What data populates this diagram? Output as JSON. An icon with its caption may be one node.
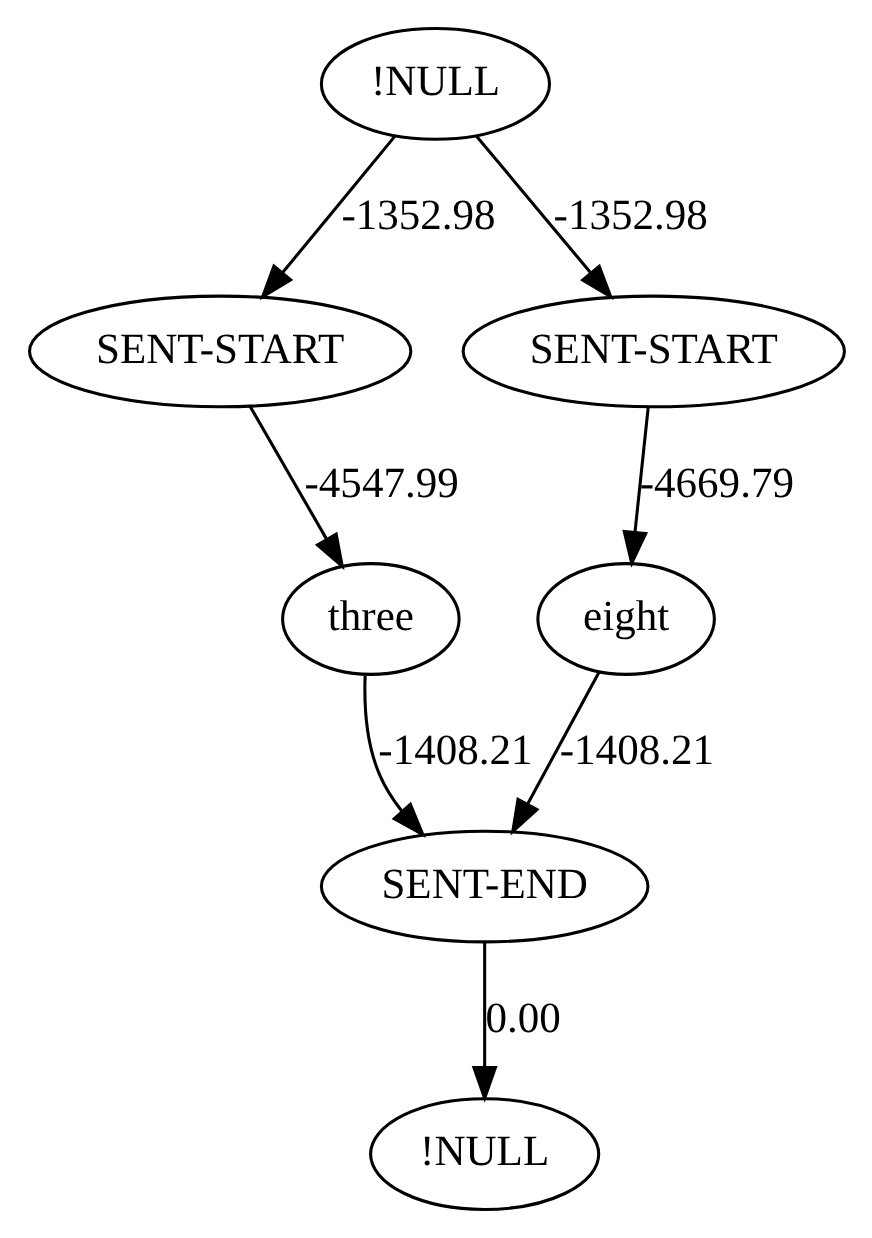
{
  "diagram": {
    "nodes": [
      {
        "text": [
          "!NULL"
        ]
      },
      {
        "text": [
          "SENT-START"
        ]
      },
      {
        "text": [
          "SENT-START"
        ]
      },
      {
        "text": [
          "three"
        ]
      },
      {
        "text": [
          "eight"
        ]
      },
      {
        "text": [
          "SENT-END"
        ]
      },
      {
        "text": [
          "!NULL"
        ]
      }
    ],
    "edges": [
      {
        "from": 0,
        "to": 1,
        "arrow": "to",
        "label": "-1352.98"
      },
      {
        "from": 0,
        "to": 2,
        "arrow": "to",
        "label": "-1352.98"
      },
      {
        "from": 1,
        "to": 3,
        "arrow": "to",
        "label": "-4547.99"
      },
      {
        "from": 2,
        "to": 4,
        "arrow": "to",
        "label": "-4669.79"
      },
      {
        "from": 3,
        "to": 5,
        "arrow": "to",
        "label": "-1408.21"
      },
      {
        "from": 4,
        "to": 5,
        "arrow": "to",
        "label": "-1408.21"
      },
      {
        "from": 5,
        "to": 6,
        "arrow": "to",
        "label": "0.00"
      }
    ]
  }
}
